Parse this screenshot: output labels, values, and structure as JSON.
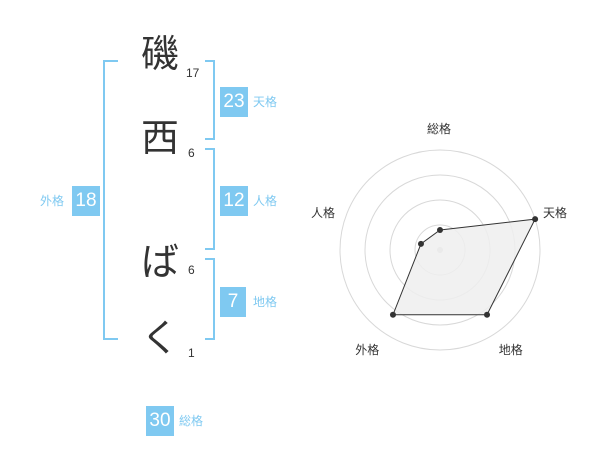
{
  "characters": [
    {
      "char": "磯",
      "strokes": "17"
    },
    {
      "char": "西",
      "strokes": "6"
    },
    {
      "char": "ば",
      "strokes": "6"
    },
    {
      "char": "く",
      "strokes": "1"
    }
  ],
  "fortunes": {
    "tenkaku": {
      "value": "23",
      "label": "天格"
    },
    "jinkaku": {
      "value": "12",
      "label": "人格"
    },
    "chikaku": {
      "value": "7",
      "label": "地格"
    },
    "gaikaku": {
      "value": "18",
      "label": "外格"
    },
    "soukaku": {
      "value": "30",
      "label": "総格"
    }
  },
  "accent_color": "#7fc9f1",
  "chart_data": {
    "type": "radar",
    "axes": [
      "総格",
      "天格",
      "地格",
      "外格",
      "人格"
    ],
    "values": [
      1,
      5,
      4,
      4,
      1
    ],
    "rmax": 5,
    "rings": 4,
    "fill": "#efefef",
    "stroke": "#333333"
  }
}
